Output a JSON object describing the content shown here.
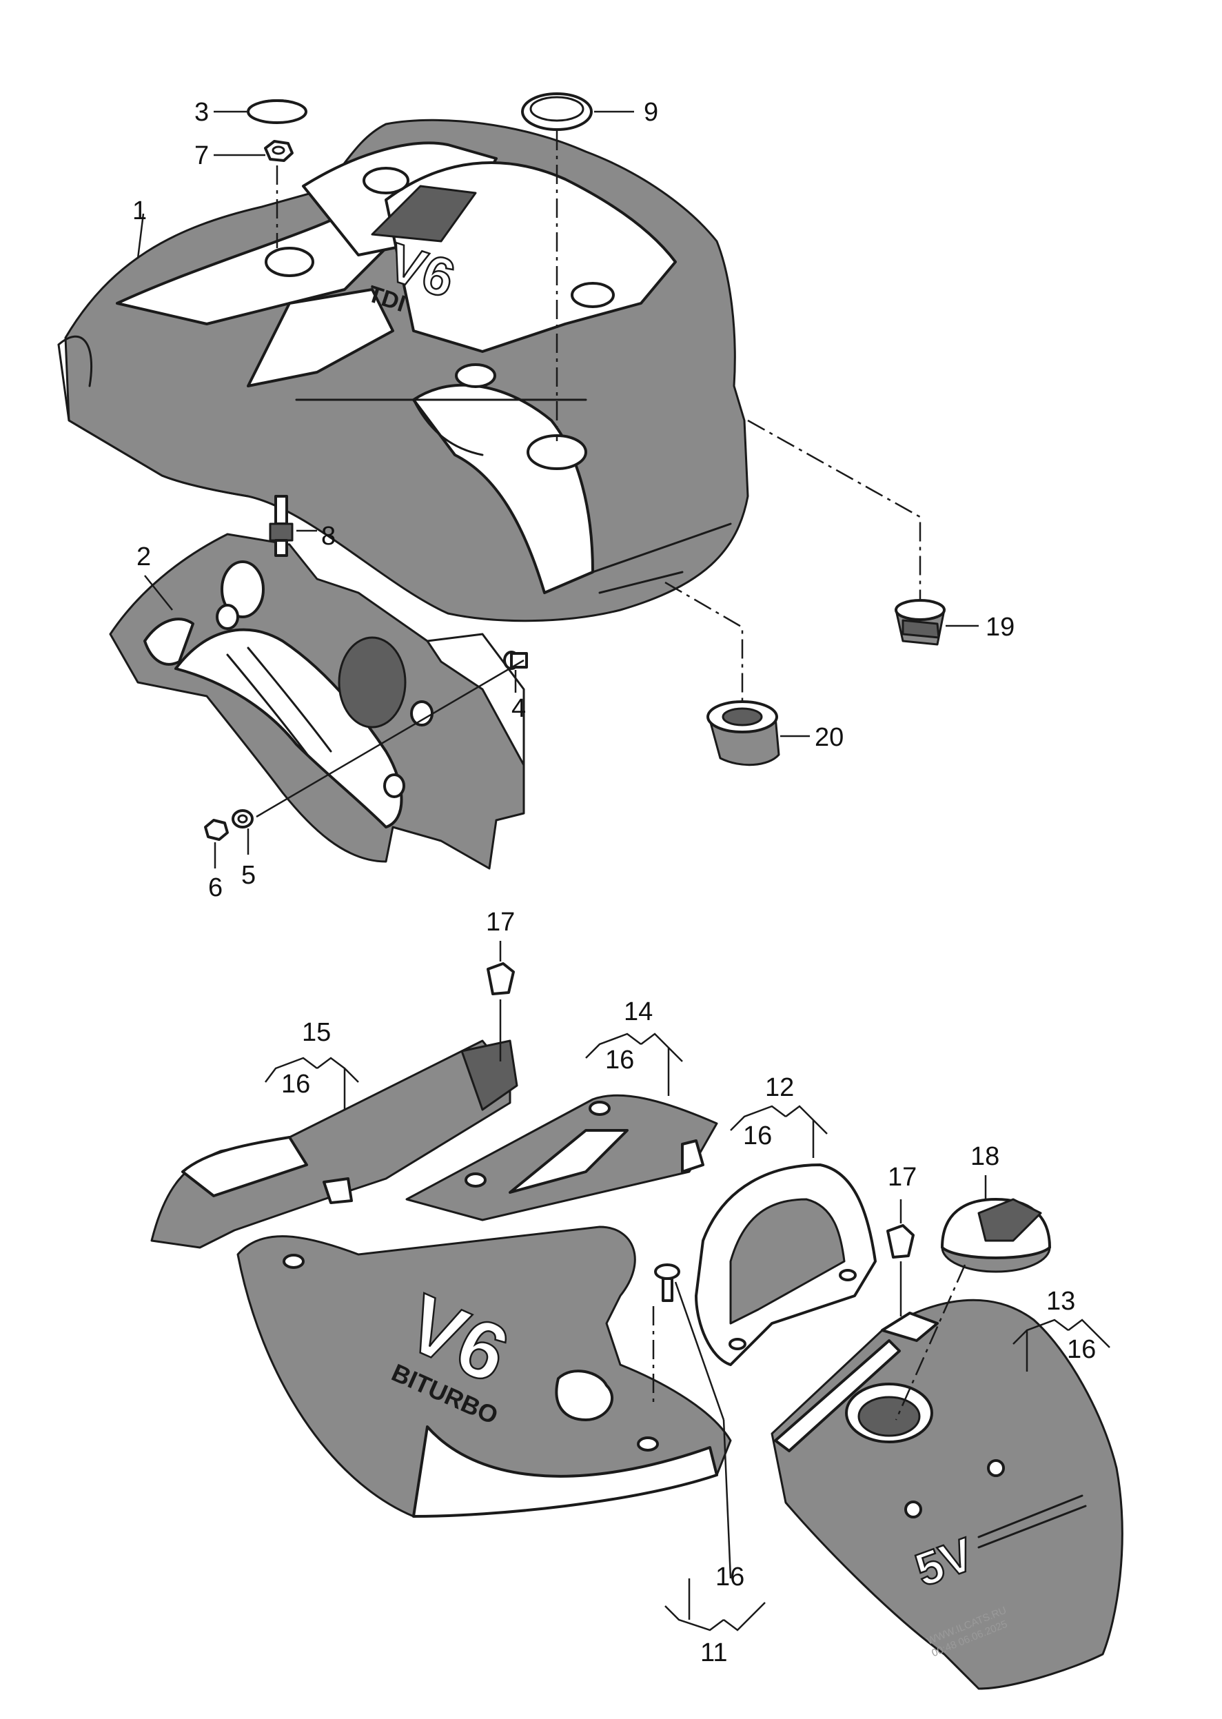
{
  "callouts": {
    "c1": "1",
    "c2": "2",
    "c3": "3",
    "c4": "4",
    "c5": "5",
    "c6": "6",
    "c7": "7",
    "c8": "8",
    "c9": "9",
    "c11": "11",
    "c12": "12",
    "c13": "13",
    "c14": "14",
    "c15": "15",
    "c16_a": "16",
    "c16_b": "16",
    "c16_c": "16",
    "c16_d": "16",
    "c16_e": "16",
    "c17_a": "17",
    "c17_b": "17",
    "c18": "18",
    "c19": "19",
    "c20": "20"
  },
  "embossed_text": {
    "upper_cover_model": "V6",
    "upper_cover_engine": "TDI",
    "lower_cover_model": "V6",
    "lower_cover_engine": "BITURBO",
    "side_cover_model": "5V"
  },
  "watermark": {
    "line1": "WWW.ILCATS.RU",
    "line2": "00:48 06.06.2025"
  },
  "colors": {
    "line": "#1a1a1a",
    "shade": "#8a8a8a",
    "background": "#ffffff"
  }
}
